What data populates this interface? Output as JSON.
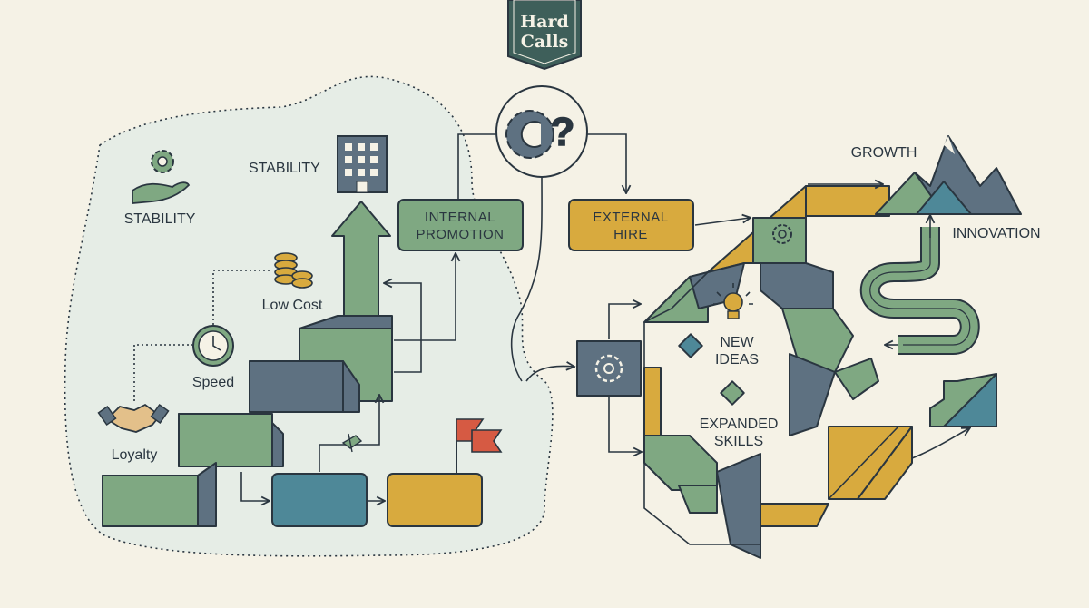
{
  "badge": {
    "line1": "Hard",
    "line2": "Calls"
  },
  "left": {
    "stability_hand": "STABILITY",
    "stability_building": "STABILITY",
    "low_cost": "Low Cost",
    "speed": "Speed",
    "loyalty": "Loyalty",
    "internal_promotion": [
      "INTERNAL",
      "PROMOTION"
    ]
  },
  "right": {
    "external_hire": [
      "EXTERNAL",
      "HIRE"
    ],
    "growth": "GROWTH",
    "innovation": "INNOVATION",
    "new_ideas": [
      "NEW",
      "IDEAS"
    ],
    "expanded_skills": [
      "EXPANDED",
      "SKILLS"
    ]
  },
  "colors": {
    "background": "#f5f2e6",
    "green": "#7fa882",
    "slate": "#5e7181",
    "teal": "#4e8898",
    "mustard": "#d8aa3e",
    "dark": "#2a3640",
    "flag": "#d65a43",
    "panel": "#e6ede6"
  },
  "icons": [
    "gear-hand-icon",
    "office-building-icon",
    "coin-stack-icon",
    "clock-icon",
    "handshake-icon",
    "gear-question-icon",
    "lightbulb-icon",
    "mountain-icon",
    "flag-icon",
    "gear-icon"
  ]
}
